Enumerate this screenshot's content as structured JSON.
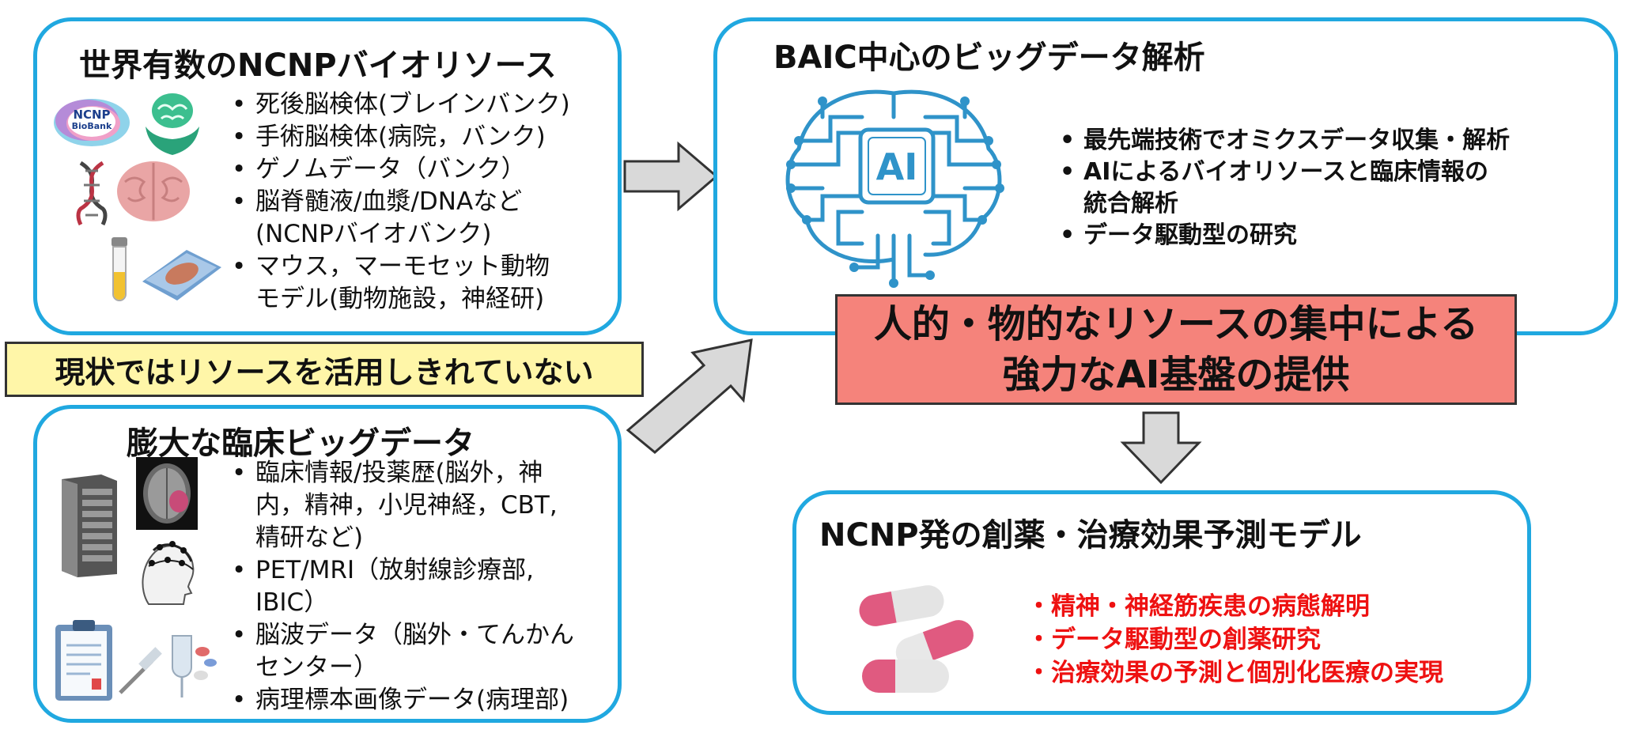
{
  "biores": {
    "title": "世界有数のNCNPバイオリソース",
    "badge_line1": "NCNP",
    "badge_line2": "BioBank",
    "items": [
      "死後脳検体(ブレインバンク)",
      "手術脳検体(病院，バンク)",
      "ゲノムデータ（バンク）",
      "脳脊髄液/血漿/DNAなど\n(NCNPバイオバンク)",
      "マウス，マーモセット動物\nモデル(動物施設，神経研)"
    ]
  },
  "warning": {
    "text": "現状ではリソースを活用しきれていない"
  },
  "clinical": {
    "title": "膨大な臨床ビッグデータ",
    "items": [
      "臨床情報/投薬歴(脳外，神\n内，精神，小児神経，CBT,\n精研など)",
      "PET/MRI（放射線診療部,\nIBIC）",
      "脳波データ（脳外・てんかん\nセンター）",
      "病理標本画像データ(病理部)"
    ]
  },
  "baic": {
    "title": "BAIC中心のビッグデータ解析",
    "chip_label": "AI",
    "items": [
      "最先端技術でオミクスデータ収集・解析",
      "AIによるバイオリソースと臨床情報の\n統合解析",
      "データ駆動型の研究"
    ]
  },
  "central": {
    "line1": "人的・物的なリソースの集中による",
    "line2": "強力なAI基盤の提供"
  },
  "ncnp_model": {
    "title": "NCNP発の創薬・治療効果予測モデル",
    "items": [
      "・精神・神経筋疾患の病態解明",
      "・データ駆動型の創薬研究",
      "・治療効果の予測と個別化医療の実現"
    ]
  },
  "colors": {
    "box_border": "#20a8e0",
    "warning_fill": "#fff6a8",
    "central_fill": "#f5837b",
    "red_text": "#ee1111",
    "arrow_fill": "#d9d9d9"
  }
}
